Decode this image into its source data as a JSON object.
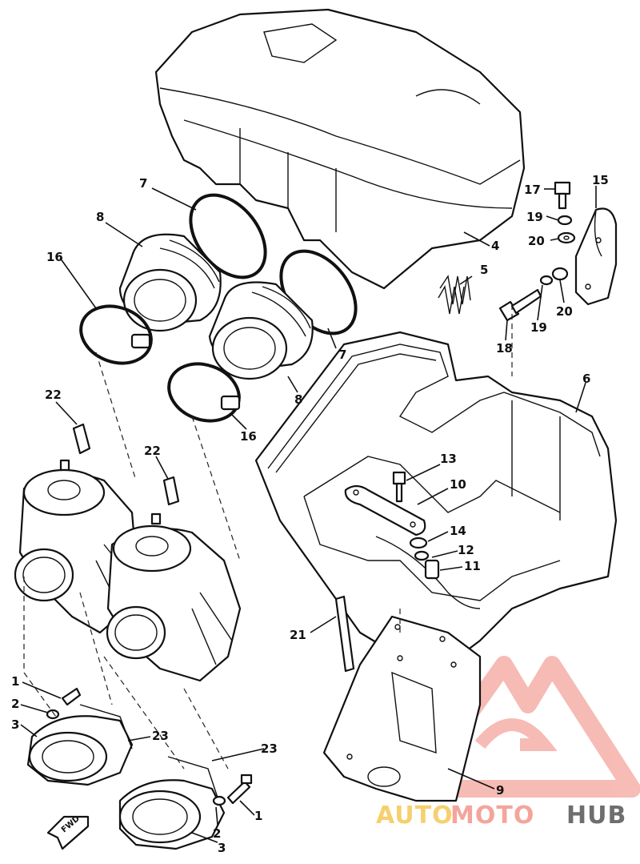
{
  "callouts": {
    "c1a": "1",
    "c1b": "1",
    "c2a": "2",
    "c2b": "2",
    "c3a": "3",
    "c3b": "3",
    "c4": "4",
    "c5": "5",
    "c6": "6",
    "c7a": "7",
    "c7b": "7",
    "c8a": "8",
    "c8b": "8",
    "c9": "9",
    "c10": "10",
    "c11": "11",
    "c12": "12",
    "c13": "13",
    "c14": "14",
    "c15": "15",
    "c16a": "16",
    "c16b": "16",
    "c17": "17",
    "c18": "18",
    "c19a": "19",
    "c19b": "19",
    "c20a": "20",
    "c20b": "20",
    "c21": "21",
    "c22a": "22",
    "c22b": "22",
    "c23a": "23",
    "c23b": "23"
  },
  "fwd_label": "FWD",
  "watermark": {
    "part1": "AUTO",
    "part2": "MOTO",
    "part3": "HUB",
    "color_primary": "#f3a59c",
    "color_secondary": "#f6d06e",
    "color_dark": "#6e6e6e"
  }
}
